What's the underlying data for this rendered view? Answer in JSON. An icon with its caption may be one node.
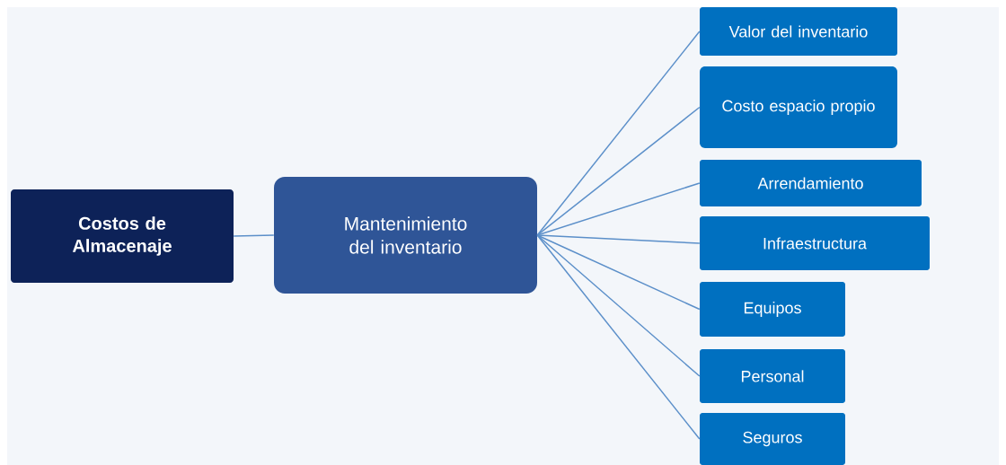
{
  "diagram": {
    "nodes": [
      {
        "text": [
          "Costos de Almacenaje"
        ]
      },
      {
        "text": [
          "Mantenimiento del inventario"
        ]
      },
      {
        "text": [
          "Valor del inventario"
        ]
      },
      {
        "text": [
          "Costo espacio propio"
        ]
      },
      {
        "text": [
          "Arrendamiento"
        ]
      },
      {
        "text": [
          "Infraestructura"
        ]
      },
      {
        "text": [
          "Equipos"
        ]
      },
      {
        "text": [
          "Personal"
        ]
      },
      {
        "text": [
          "Seguros"
        ]
      }
    ],
    "edges": [
      {
        "from": 0,
        "to": 1,
        "arrow": "none"
      },
      {
        "from": 1,
        "to": 2,
        "arrow": "none"
      },
      {
        "from": 1,
        "to": 3,
        "arrow": "none"
      },
      {
        "from": 1,
        "to": 4,
        "arrow": "none"
      },
      {
        "from": 1,
        "to": 5,
        "arrow": "none"
      },
      {
        "from": 1,
        "to": 6,
        "arrow": "none"
      },
      {
        "from": 1,
        "to": 7,
        "arrow": "none"
      },
      {
        "from": 1,
        "to": 8,
        "arrow": "none"
      }
    ]
  }
}
